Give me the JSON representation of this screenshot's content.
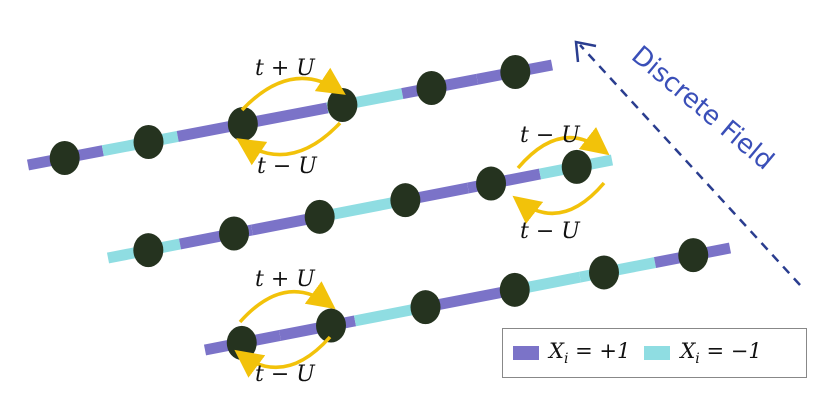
{
  "colors": {
    "plus_one": "#7b73c8",
    "minus_one": "#8fdde2",
    "site": "#25331f",
    "hop_arrow": "#f2c20a",
    "field_arrow": "#2a3d8f"
  },
  "hop_labels": {
    "chain1_top": "t + U",
    "chain1_bottom": "t − U",
    "chain2_top": "t − U",
    "chain2_bottom": "t − U",
    "chain3_top": "t + U",
    "chain3_bottom": "t − U"
  },
  "field_label": "Discrete Field",
  "legend": {
    "plus_label": "X_i = +1",
    "minus_label": "X_i = −1",
    "plus_var": "X",
    "plus_sub": "i",
    "plus_rest": " = +1",
    "minus_var": "X",
    "minus_sub": "i",
    "minus_rest": " = −1"
  },
  "chains": [
    {
      "name": "chain-1",
      "segments": [
        "plus_one",
        "minus_one",
        "plus_one",
        "plus_one",
        "minus_one",
        "plus_one",
        "plus_one"
      ]
    },
    {
      "name": "chain-2",
      "segments": [
        "minus_one",
        "plus_one",
        "plus_one",
        "minus_one",
        "plus_one",
        "plus_one",
        "minus_one"
      ]
    },
    {
      "name": "chain-3",
      "segments": [
        "plus_one",
        "plus_one",
        "minus_one",
        "plus_one",
        "minus_one",
        "minus_one",
        "plus_one"
      ]
    }
  ]
}
